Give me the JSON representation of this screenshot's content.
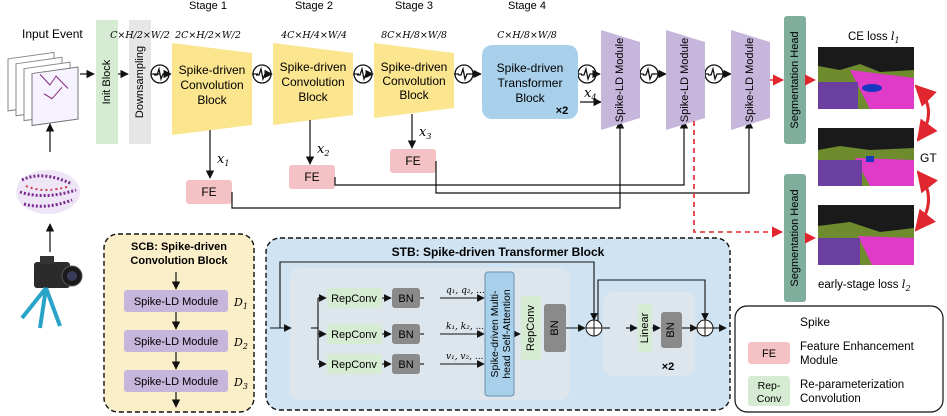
{
  "input_label": "Input Event",
  "init_block": "Init Block",
  "downsampling": "Downsampling",
  "stages": [
    {
      "title": "Stage 1",
      "dims": "2C×H/2×W/2",
      "block": [
        "Spike-driven",
        "Convolution",
        "Block"
      ],
      "feature": "x",
      "feature_sub": "1"
    },
    {
      "title": "Stage 2",
      "dims": "4C×H/4×W/4",
      "block": [
        "Spike-driven",
        "Convolution",
        "Block"
      ],
      "feature": "x",
      "feature_sub": "2"
    },
    {
      "title": "Stage 3",
      "dims": "8C×H/8×W/8",
      "block": [
        "Spike-driven",
        "Convolution",
        "Block"
      ],
      "feature": "x",
      "feature_sub": "3"
    },
    {
      "title": "Stage 4",
      "dims": "C×H/8×W/8",
      "block": [
        "Spike-driven",
        "Transformer",
        "Block"
      ],
      "times": "×2",
      "feature": "x",
      "feature_sub": "4"
    }
  ],
  "input_dims": "C×H/2×W/2",
  "fe_label": "FE",
  "spike_ld_module": "Spike-LD Module",
  "segmentation_head": "Segmentation Head",
  "ce_loss": "CE loss",
  "ce_loss_symbol": "l",
  "ce_loss_sub": "1",
  "gt": "GT",
  "early_loss": "early-stage loss",
  "early_loss_symbol": "l",
  "early_loss_sub": "2",
  "scb": {
    "title": "SCB: Spike-driven Convolution Block",
    "modules": [
      {
        "label": "Spike-LD Module",
        "d": "D",
        "sub": "1"
      },
      {
        "label": "Spike-LD Module",
        "d": "D",
        "sub": "2"
      },
      {
        "label": "Spike-LD Module",
        "d": "D",
        "sub": "3"
      }
    ]
  },
  "stb": {
    "title": "STB: Spike-driven Transformer Block",
    "repconv": "RepConv",
    "bn": "BN",
    "qkv": [
      "q₁, q₂, ...",
      "k₁, k₂, ...",
      "v₁, v₂, ..."
    ],
    "attention": [
      "Spike-driven Multi-",
      "head Self-Attention"
    ],
    "linear": "Linear",
    "times": "×2"
  },
  "legend": {
    "spike": "Spike",
    "fe": "FE",
    "fe_desc": [
      "Feature Enhancement",
      "Module"
    ],
    "repconv": [
      "Rep-",
      "Conv"
    ],
    "repconv_desc": [
      "Re-parameterization",
      "Convolution"
    ]
  },
  "colors": {
    "green": "#d5ecd2",
    "gray": "#e6e6e6",
    "yellow": "#fbe58e",
    "blue": "#a8d0ea",
    "purple": "#c7b6dc",
    "seghead": "#7fae9c",
    "fe": "#f4c2c4",
    "bn": "#8a8a8a",
    "scb_bg": "#fbefc9",
    "stb_bg": "#cfe3f2",
    "red": "#e0262e"
  }
}
